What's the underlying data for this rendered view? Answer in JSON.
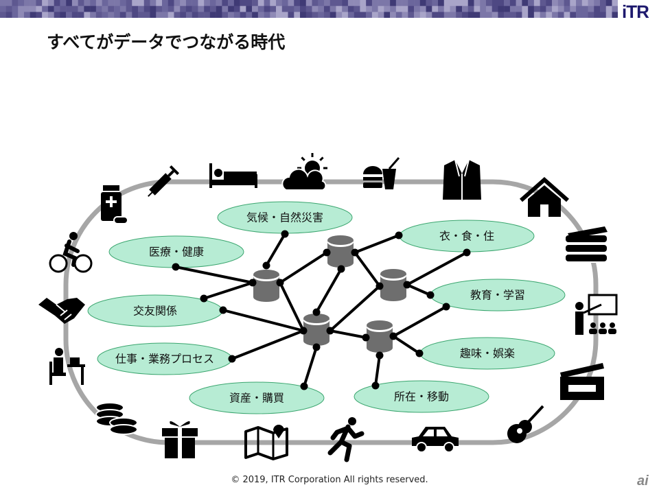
{
  "header": {
    "title": "すべてがデータでつながる時代",
    "logo": "iTR"
  },
  "colors": {
    "bubble_fill": "#b7ecd4",
    "bubble_stroke": "#3aa56e",
    "track": "#a6a6a6",
    "db": "#6e6e6e",
    "banner": "#5e5890"
  },
  "bubbles": [
    {
      "label": "気候・自然災害"
    },
    {
      "label": "医療・健康"
    },
    {
      "label": "交友関係"
    },
    {
      "label": "仕事・業務プロセス"
    },
    {
      "label": "資産・購買"
    },
    {
      "label": "所在・移動"
    },
    {
      "label": "趣味・娯楽"
    },
    {
      "label": "教育・学習"
    },
    {
      "label": "衣・食・住"
    }
  ],
  "icons": [
    "medicine-bottle-icon",
    "syringe-icon",
    "bed-icon",
    "weather-icon",
    "fast-food-icon",
    "jacket-icon",
    "house-icon",
    "books-icon",
    "teacher-icon",
    "clapperboard-icon",
    "guitar-icon",
    "car-icon",
    "runner-icon",
    "map-icon",
    "gift-icon",
    "coins-icon",
    "desk-worker-icon",
    "handshake-icon",
    "cyclist-icon"
  ],
  "footer": {
    "copyright": "© 2019, ITR Corporation  All rights reserved.",
    "brand": "ai"
  }
}
